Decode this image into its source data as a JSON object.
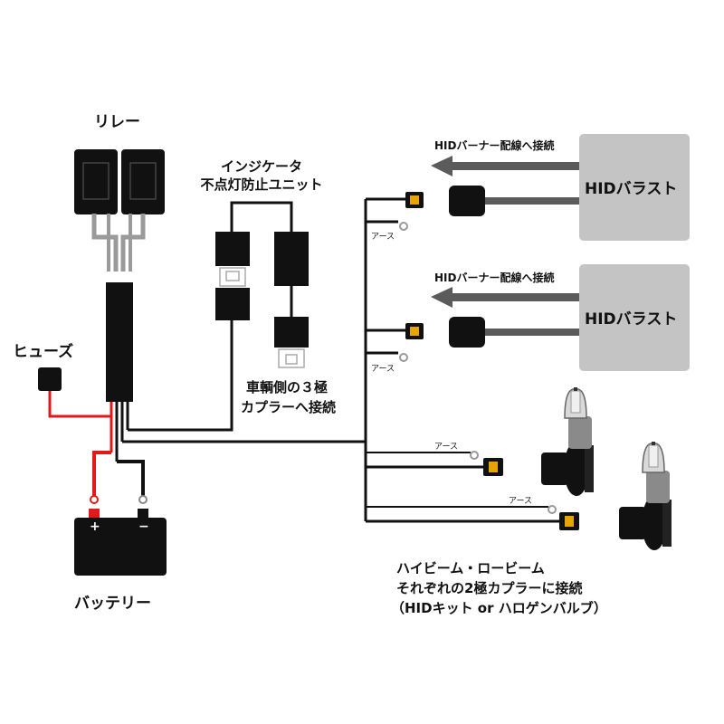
{
  "labels": {
    "relay": "リレー",
    "indicator_line1": "インジケータ",
    "indicator_line2": "不点灯防止ユニット",
    "fuse": "ヒューズ",
    "battery": "バッテリー",
    "vehicle_line1": "車輌側の３極",
    "vehicle_line2": "カプラーへ接続",
    "hid_burner_connect": "HIDバーナー配線へ接続",
    "hid_ballast": "HIDバラスト",
    "ground": "アース",
    "battery_plus": "+",
    "battery_minus": "−",
    "bottom_line1": "ハイビーム・ロービーム",
    "bottom_line2": "それぞれの2極カプラーに接続",
    "bottom_line3": "（HIDキット or ハロゲンバルブ）"
  },
  "colors": {
    "wire": "#111111",
    "positive_wire": "#e0191b",
    "ballast": "#c4c4c4",
    "arrow": "#5b5b5b",
    "ground_wire": "#9a9a9a"
  }
}
